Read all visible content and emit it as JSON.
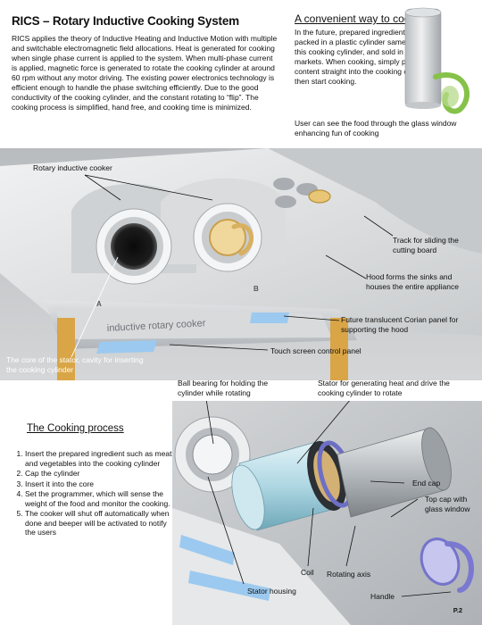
{
  "header": {
    "title": "RICS – Rotary Inductive Cooking System",
    "intro": "RICS applies the theory of Inductive Heating and Inductive Motion with multiple and switchable electromagnetic field allocations. Heat is generated for cooking when single phase current is applied to the system. When multi-phase current is applied, magnetic force is generated to rotate the cooking cylinder at around 60 rpm without any motor driving. The existing power electronics technology is efficient enough to handle the phase switching efficiently. Due to the good conductivity of the cooking cylinder, and the constant rotating to “flip”. The cooking process is simplified, hand free, and cooking time is minimized."
  },
  "convenient": {
    "title": "A convenient way to cook",
    "text": "In the future, prepared ingredients will be packed in a plastic cylinder same size as this cooking cylinder, and sold in the super-markets. When cooking, simply pour the content straight into the cooking cylinder, then start cooking.",
    "note": "User can see the food through the glass window enhancing fun of cooking"
  },
  "cooker_view": {
    "labels": {
      "rotary": "Rotary inductive cooker",
      "track": "Track for sliding the cutting board",
      "hood": "Hood forms the sinks and houses the entire appliance",
      "corian": "Future translucent Corian panel for supporting the hood",
      "touch": "Touch screen control panel",
      "core": "The core of the stator, cavity for inserting the cooking cylinder"
    },
    "panel_text": "inductive rotary cooker",
    "letter_a": "A",
    "letter_b": "B"
  },
  "exploded_view": {
    "labels": {
      "ball_bearing": "Ball bearing for holding the cylinder while rotating",
      "stator_gen": "Stator for generating heat and drive the cooking cylinder to rotate",
      "end_cap": "End cap",
      "top_cap": "Top cap with glass window",
      "coil": "Coil",
      "rotating_axis": "Rotating axis",
      "stator_housing": "Stator housing",
      "handle": "Handle"
    }
  },
  "process": {
    "title": "The Cooking process",
    "steps": [
      "Insert the prepared ingredient such as meat and vegetables into the cooking cylinder",
      "Cap the cylinder",
      "Insert it into the core",
      "Set the programmer, which will sense the weight of the food and monitor the cooking.",
      "The cooker will shut off automatically when done and beeper will be activated to notify the users"
    ]
  },
  "page_number": "P.2"
}
